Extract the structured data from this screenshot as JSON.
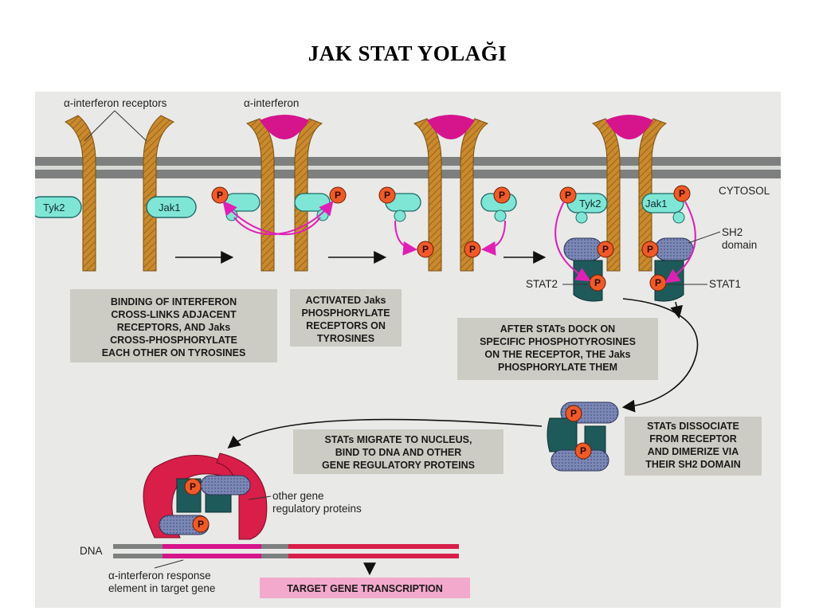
{
  "title": "JAK STAT YOLAĞI",
  "labels": {
    "receptors": "α-interferon receptors",
    "ligand": "α-interferon",
    "cytosol": "CYTOSOL",
    "tyk2": "Tyk2",
    "jak1": "Jak1",
    "phospho": "P",
    "sh2_line1": "SH2",
    "sh2_line2": "domain",
    "stat2": "STAT2",
    "stat1": "STAT1",
    "dna": "DNA",
    "other_line1": "other gene",
    "other_line2": "regulatory proteins",
    "response_line1": "α-interferon response",
    "response_line2": "element in target gene"
  },
  "captions": {
    "step1": [
      "BINDING OF INTERFERON",
      "CROSS-LINKS ADJACENT",
      "RECEPTORS, AND Jaks",
      "CROSS-PHOSPHORYLATE",
      "EACH OTHER ON TYROSINES"
    ],
    "step2": [
      "ACTIVATED Jaks",
      "PHOSPHORYLATE",
      "RECEPTORS ON",
      "TYROSINES"
    ],
    "step3": [
      "AFTER STATs DOCK ON",
      "SPECIFIC PHOSPHOTYROSINES",
      "ON THE RECEPTOR, THE Jaks",
      "PHOSPHORYLATE THEM"
    ],
    "step4": [
      "STATs DISSOCIATE",
      "FROM RECEPTOR",
      "AND DIMERIZE VIA",
      "THEIR SH2 DOMAIN"
    ],
    "step5": [
      "STATs MIGRATE TO NUCLEUS,",
      "BIND TO DNA AND OTHER",
      "GENE REGULATORY PROTEINS"
    ],
    "transcription": "TARGET GENE TRANSCRIPTION"
  },
  "colors": {
    "receptor": "#c98a2e",
    "membrane": "#7d807f",
    "jak": "#7fe6d6",
    "phosphate": "#f05a28",
    "interferon": "#d6148c",
    "arrow_magenta": "#e020b4",
    "stat_dark": "#1f5a5a",
    "stat_light": "#7b87b4",
    "caption_bg": "#cdccc4",
    "dna_red": "#d81e49",
    "transcription_bg": "#f3a9cc"
  }
}
